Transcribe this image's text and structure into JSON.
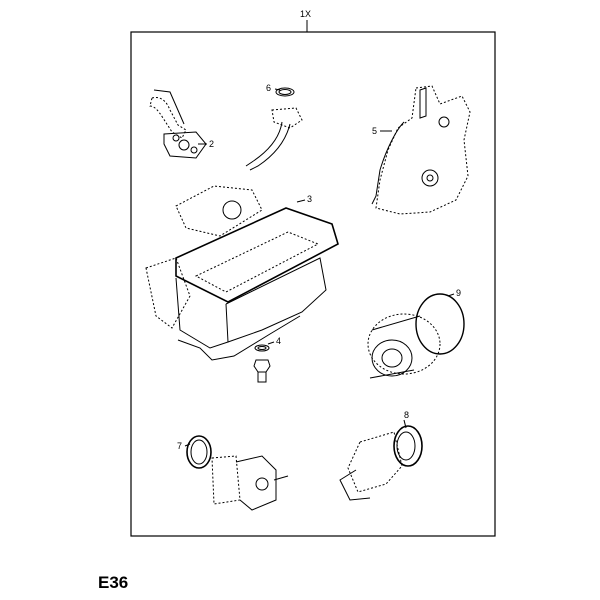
{
  "diagram": {
    "set_label": "1X",
    "code": "E36",
    "callouts": [
      "2",
      "3",
      "4",
      "5",
      "6",
      "7",
      "8",
      "9"
    ]
  }
}
